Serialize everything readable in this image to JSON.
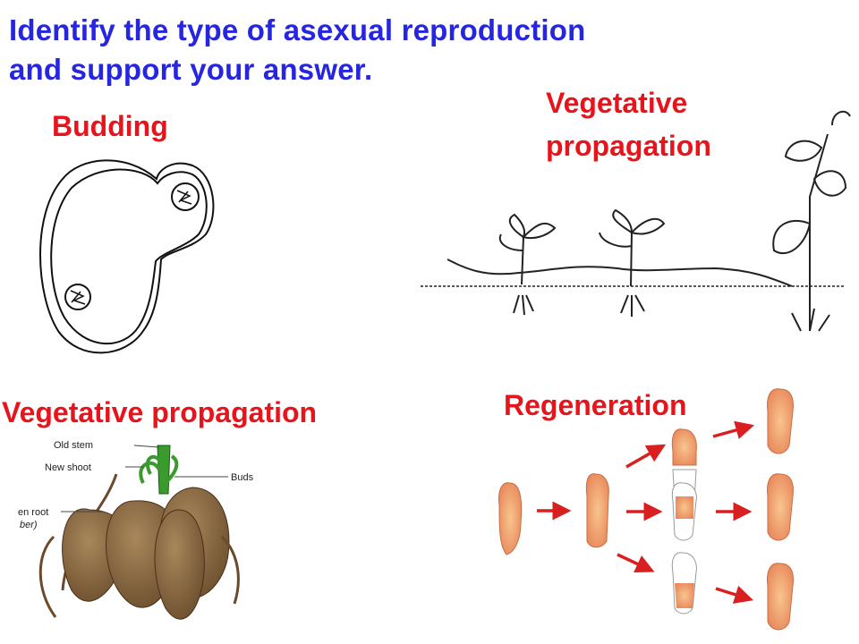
{
  "title": {
    "line1": "Identify the type of asexual reproduction",
    "line2": "and support your answer."
  },
  "labels": {
    "budding": "Budding",
    "vegetative_top_line1": "Vegetative",
    "vegetative_top_line2": "propagation",
    "regeneration": "Regeneration",
    "vegetative_bottom": "Vegetative propagation"
  },
  "tuber_diagram": {
    "old_stem": "Old stem",
    "new_shoot": "New shoot",
    "buds": "Buds",
    "root_partial": "en root",
    "tuber_partial": "ber)"
  },
  "colors": {
    "title": "#2626e0",
    "label": "#e8141b",
    "planarian": "#f2a56b",
    "arrow": "#d92020"
  }
}
